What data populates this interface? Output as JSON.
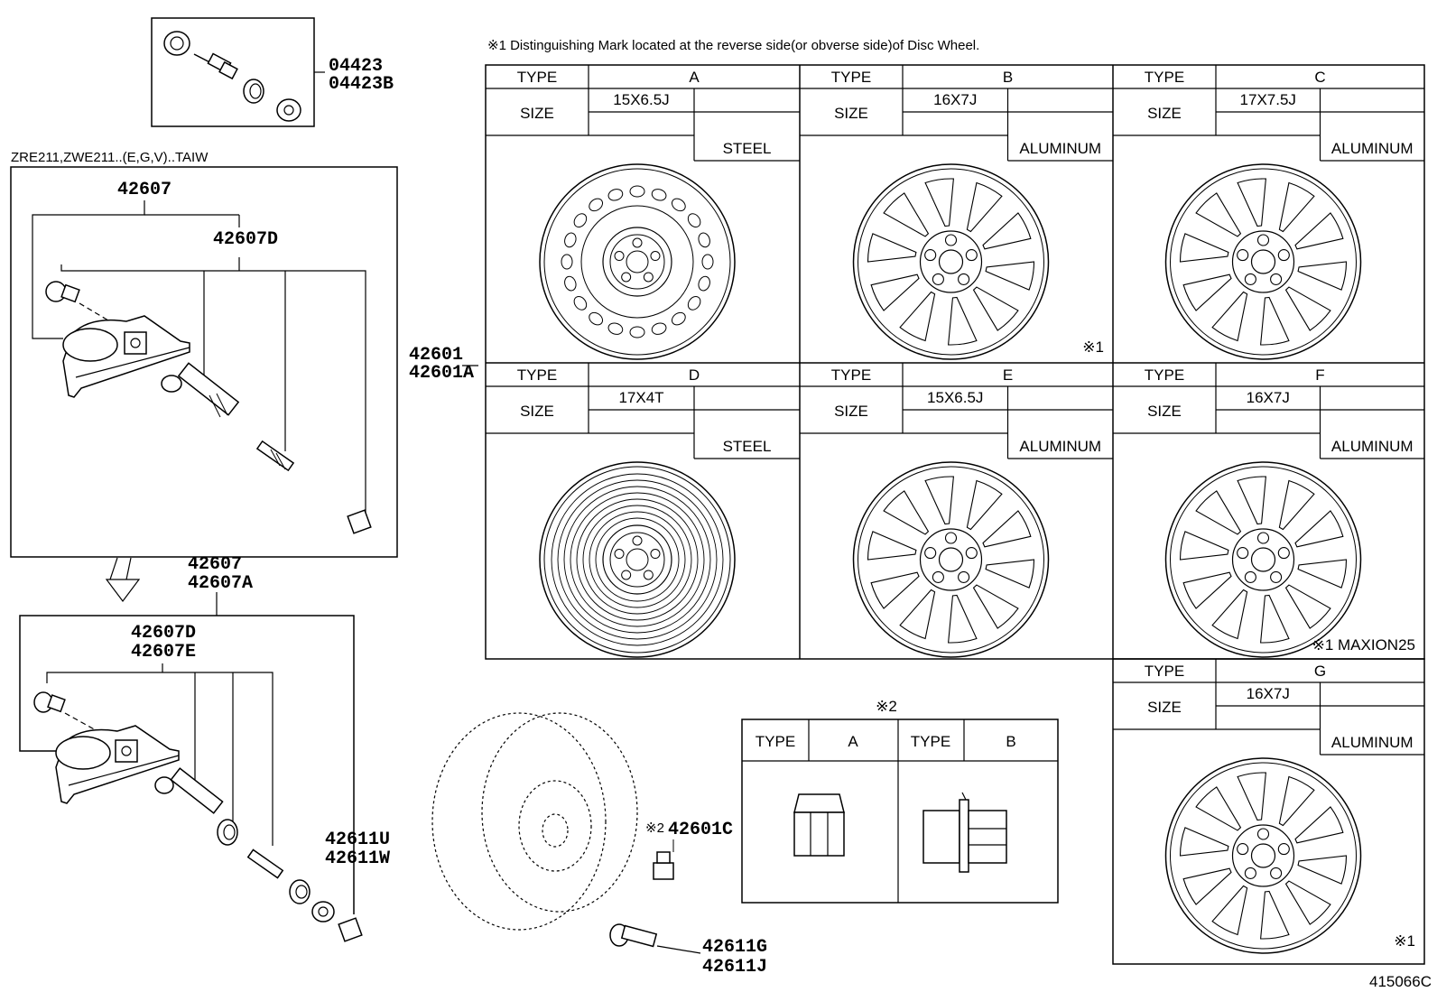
{
  "note_top": "※1 Distinguishing Mark located at the reverse side(or obverse side)of Disc Wheel.",
  "model_code": "ZRE211,ZWE211..(E,G,V)..TAIW",
  "figure_id": "415066C",
  "labels": {
    "type": "TYPE",
    "size": "SIZE"
  },
  "part_numbers": {
    "valve_kit_1": "04423",
    "valve_kit_2": "04423B",
    "sensor_assy": "42607",
    "sensor_sub": "42607D",
    "sensor_assy_b1": "42607",
    "sensor_assy_b2": "42607A",
    "sensor_sub_b1": "42607D",
    "sensor_sub_b2": "42607E",
    "wheel_1": "42601",
    "wheel_2": "42601A",
    "nut": "42601C",
    "nut_mark": "※2",
    "valve_1": "42611U",
    "valve_2": "42611W",
    "valve_3": "42611G",
    "valve_4": "42611J"
  },
  "wheels": [
    {
      "type": "A",
      "size": "15X6.5J",
      "material": "STEEL"
    },
    {
      "type": "B",
      "size": "16X7J",
      "material": "ALUMINUM",
      "mark": "※1"
    },
    {
      "type": "C",
      "size": "17X7.5J",
      "material": "ALUMINUM"
    },
    {
      "type": "D",
      "size": "17X4T",
      "material": "STEEL"
    },
    {
      "type": "E",
      "size": "15X6.5J",
      "material": "ALUMINUM"
    },
    {
      "type": "F",
      "size": "16X7J",
      "material": "ALUMINUM",
      "mark": "※1 MAXION25"
    },
    {
      "type": "G",
      "size": "16X7J",
      "material": "ALUMINUM",
      "mark": "※1"
    }
  ],
  "nut_table": {
    "title": "※2",
    "types": [
      "A",
      "B"
    ]
  }
}
